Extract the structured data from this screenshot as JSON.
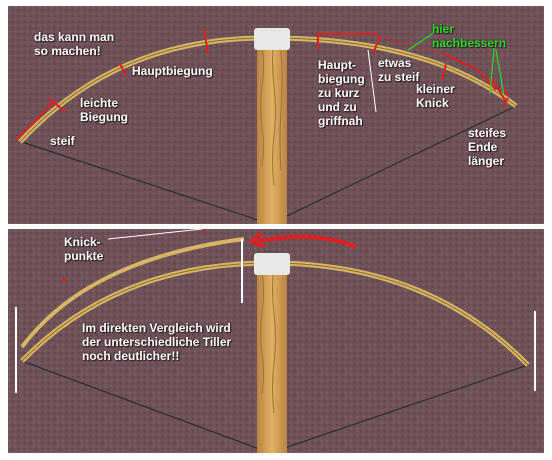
{
  "colors": {
    "carpet": "#6e5258",
    "bow": "#d7b566",
    "stave": "#d6a45a",
    "markup_red": "#e02020",
    "markup_green": "#22dd22",
    "label_text": "#ffffff"
  },
  "top_panel": {
    "labels": {
      "kann_man": "das kann man\nso machen!",
      "hauptbiegung": "Hauptbiegung",
      "leichte": "leichte\nBiegung",
      "steif": "steif",
      "haupt_kurz": "Haupt-\nbiegung\nzu kurz\nund zu\ngriffnah",
      "etwas_steif": "etwas\nzu steif",
      "hier_nachbessern": "hier\nnachbessern",
      "kleiner_knick": "kleiner\nKnick",
      "steifes_ende": "steifes\nEnde\nlänger"
    }
  },
  "bottom_panel": {
    "labels": {
      "knickpunkte": "Knick-\npunkte",
      "vergleich": "Im direkten Vergleich wird\nder unterschiedliche Tiller\nnoch deutlicher!!"
    }
  }
}
